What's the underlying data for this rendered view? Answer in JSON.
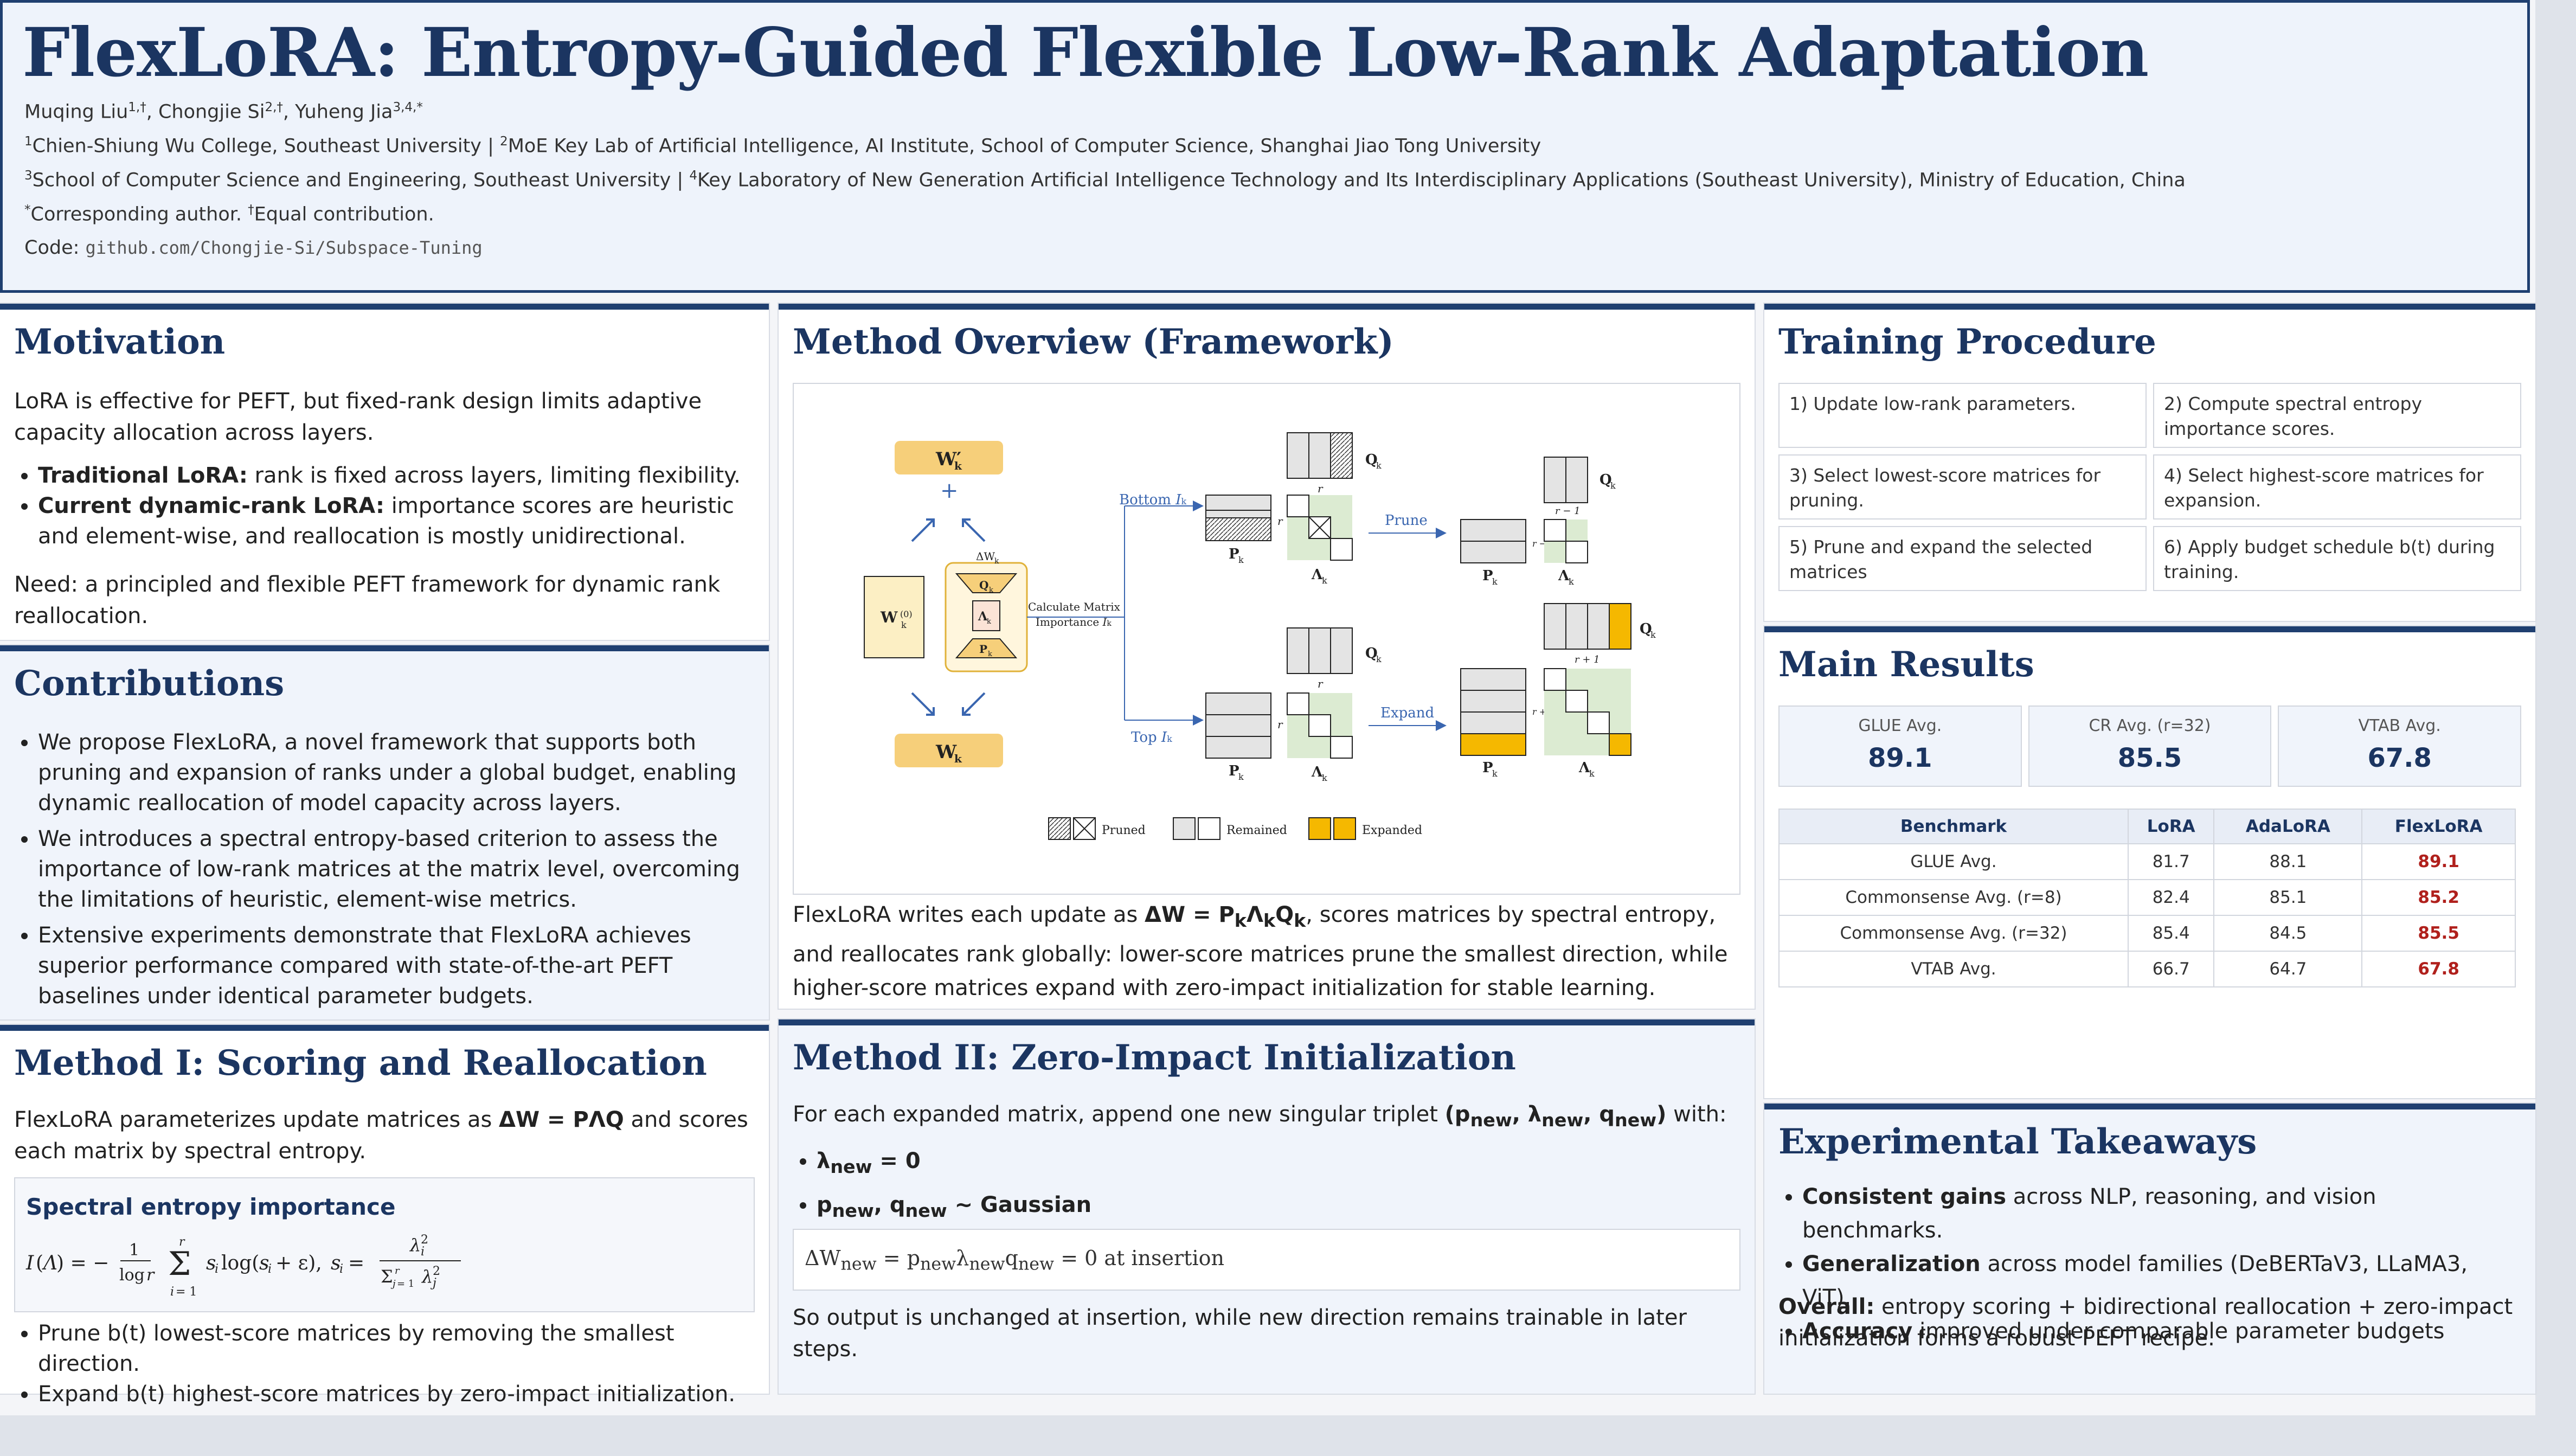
{
  "header": {
    "title": "FlexLoRA: Entropy-Guided Flexible Low-Rank Adaptation",
    "authors": "Muqing Liu1,†, Chongjie Si2,†, Yuheng Jia3,4,*",
    "affil1": "1Chien-Shiung Wu College, Southeast University | 2MoE Key Lab of Artificial Intelligence, AI Institute, School of Computer Science, Shanghai Jiao Tong University",
    "affil2": "3School of Computer Science and Engineering, Southeast University | 4Key Laboratory of New Generation Artificial Intelligence Technology and Its Interdisciplinary Applications (Southeast University), Ministry of Education, China",
    "note": "*Corresponding author. †Equal contribution.",
    "code_label": "Code:",
    "code_url": "github.com/Chongjie-Si/Subspace-Tuning"
  },
  "motivation": {
    "title": "Motivation",
    "intro": "LoRA is effective for PEFT, but fixed-rank design limits adaptive capacity allocation across layers.",
    "bullets": [
      {
        "bold": "Traditional LoRA:",
        "text": " rank is fixed across layers, limiting flexibility."
      },
      {
        "bold": "Current dynamic-rank LoRA:",
        "text": " importance scores are heuristic and element-wise, and reallocation is mostly unidirectional."
      }
    ],
    "need": "Need: a principled and flexible PEFT framework for dynamic rank reallocation."
  },
  "contributions": {
    "title": "Contributions",
    "bullets": [
      "We propose FlexLoRA, a novel framework that supports both pruning and expansion of ranks under a global budget, enabling dynamic reallocation of model capacity across layers.",
      "We introduces a spectral entropy-based criterion to assess the importance of low-rank matrices at the matrix level, overcoming the limitations of heuristic, element-wise metrics.",
      "Extensive experiments demonstrate that FlexLoRA achieves superior performance compared with state-of-the-art PEFT baselines under identical parameter budgets."
    ]
  },
  "method1": {
    "title": "Method I: Scoring and Reallocation",
    "intro_a": "FlexLoRA parameterizes update matrices as ",
    "intro_eq": "ΔW = PΛQ",
    "intro_b": " and scores each matrix by spectral entropy.",
    "box_title": "Spectral entropy importance",
    "bullets": [
      "Prune b(t) lowest-score matrices by removing the smallest direction.",
      "Expand b(t) highest-score matrices by zero-impact initialization."
    ]
  },
  "overview": {
    "title": "Method Overview (Framework)",
    "caption_a": "FlexLoRA writes each update as ",
    "caption_eq": "ΔW = PkΛkQk",
    "caption_b": ", scores matrices by spectral entropy, and reallocates rank globally: lower-score matrices prune the smallest direction, while higher-score matrices expand with zero-impact initialization for stable learning.",
    "figure": {
      "calc_label_1": "Calculate Matrix",
      "calc_label_2": "Importance",
      "bottom_label": "Bottom",
      "top_label": "Top",
      "prune_label": "Prune",
      "expand_label": "Expand",
      "legend": [
        "Pruned",
        "Remained",
        "Expanded"
      ]
    }
  },
  "method2": {
    "title": "Method II: Zero-Impact Initialization",
    "intro": "For each expanded matrix, append one new singular triplet",
    "intro_end": "with:",
    "b1": "= 0",
    "b2": "~ Gaussian",
    "at_insertion": "at insertion",
    "outro": "So output is unchanged at insertion, while new direction remains trainable in later steps."
  },
  "training": {
    "title": "Training Procedure",
    "steps": [
      "1) Update low-rank parameters.",
      "2) Compute spectral entropy importance scores.",
      "3) Select lowest-score matrices for pruning.",
      "4) Select highest-score matrices for expansion.",
      "5) Prune and expand the selected matrices",
      "6) Apply budget schedule b(t) during training."
    ]
  },
  "results": {
    "title": "Main Results",
    "stats": [
      {
        "label": "GLUE Avg.",
        "value": "89.1"
      },
      {
        "label": "CR Avg. (r=32)",
        "value": "85.5"
      },
      {
        "label": "VTAB Avg.",
        "value": "67.8"
      }
    ],
    "headers": [
      "Benchmark",
      "LoRA",
      "AdaLoRA",
      "FlexLoRA"
    ],
    "rows": [
      [
        "GLUE Avg.",
        "81.7",
        "88.1",
        "89.1"
      ],
      [
        "Commonsense Avg. (r=8)",
        "82.4",
        "85.1",
        "85.2"
      ],
      [
        "Commonsense Avg. (r=32)",
        "85.4",
        "84.5",
        "85.5"
      ],
      [
        "VTAB Avg.",
        "66.7",
        "64.7",
        "67.8"
      ]
    ]
  },
  "takeaways": {
    "title": "Experimental Takeaways",
    "bullets": [
      {
        "bold": "Consistent gains",
        "text": " across NLP, reasoning, and vision benchmarks."
      },
      {
        "bold": "Generalization",
        "text": " across model families (DeBERTaV3, LLaMA3, ViT)."
      },
      {
        "bold": "Accuracy",
        "text": " improved under comparable parameter budgets"
      }
    ],
    "overall_bold": "Overall:",
    "overall_text": " entropy scoring + bidirectional reallocation + zero-impact initialization forms a robust PEFT recipe."
  },
  "colors": {
    "navy": "#1f3f70",
    "highlight": "#b0201c",
    "yellow": "#f6cf7a",
    "orange": "#f5b800",
    "green": "#dcebd2"
  }
}
